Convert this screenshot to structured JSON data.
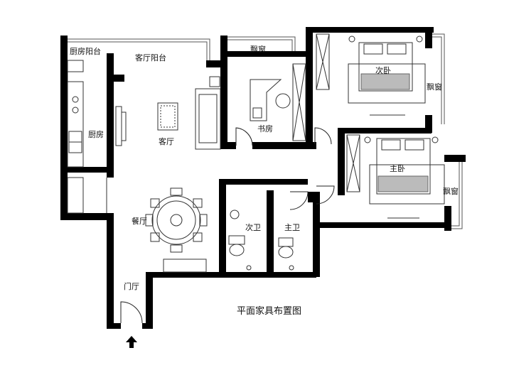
{
  "rooms": {
    "kitchen_balcony": "厨房阳台",
    "living_balcony": "客厅阳台",
    "bay_window_study": "飘窗",
    "second_bedroom": "次卧",
    "bay_window_second": "飘窗",
    "kitchen": "厨房",
    "study": "书房",
    "living_room": "客厅",
    "master_bedroom": "主卧",
    "bay_window_master": "飘窗",
    "dining_room": "餐厅",
    "second_bath": "次卫",
    "master_bath": "主卫",
    "entrance_hall": "门厅"
  },
  "caption": "平面家具布置图",
  "icons": {
    "entrance": "entrance-arrow-icon"
  },
  "colors": {
    "wall": "#000000",
    "line": "#444444",
    "background": "#ffffff"
  }
}
